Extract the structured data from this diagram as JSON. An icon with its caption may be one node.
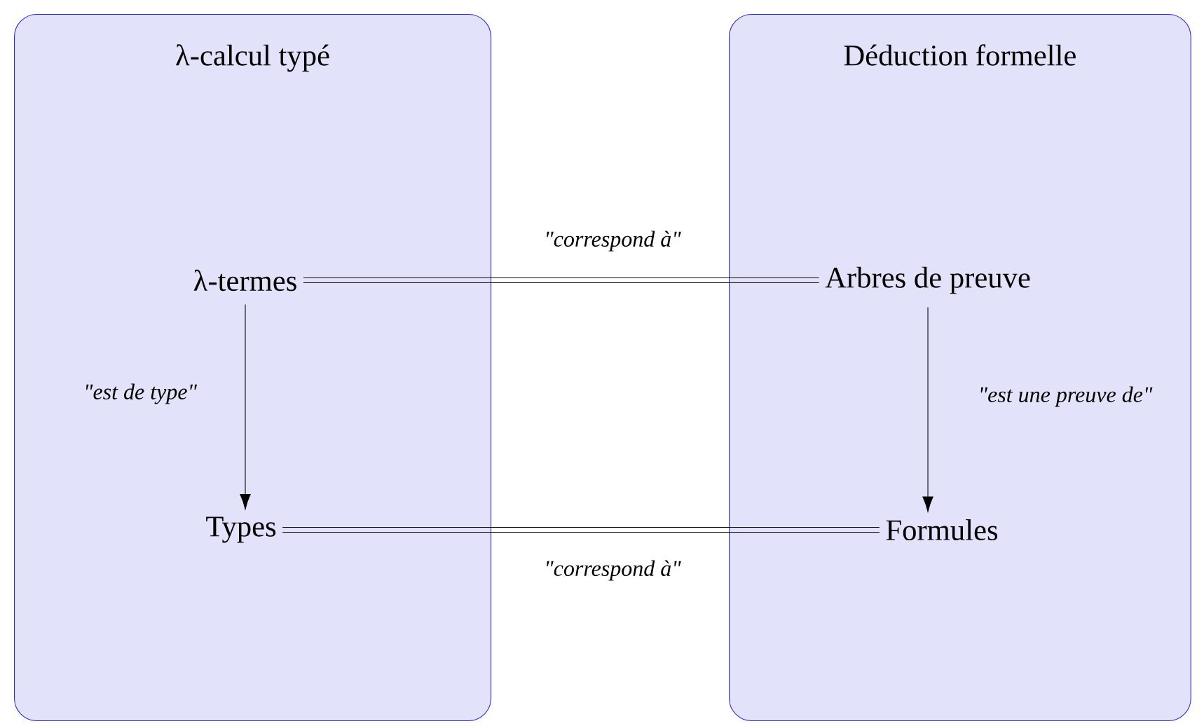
{
  "diagram": {
    "nodes": [
      {
        "text": [
          "λ-calcul typé"
        ]
      },
      {
        "text": [
          "Déduction formelle"
        ]
      },
      {
        "text": [
          "λ-termes"
        ],
        "in": 0
      },
      {
        "text": [
          "Types"
        ],
        "in": 0
      },
      {
        "text": [
          "Arbres de preuve"
        ],
        "in": 1
      },
      {
        "text": [
          "Formules"
        ],
        "in": 1
      }
    ],
    "edges": [
      {
        "from": 2,
        "to": 4,
        "arrow": "none",
        "label": "\"correspond à\""
      },
      {
        "from": 2,
        "to": 3,
        "arrow": "to",
        "label": "\"est de type\""
      },
      {
        "from": 4,
        "to": 5,
        "arrow": "to",
        "label": "\"est une preuve de\""
      },
      {
        "from": 3,
        "to": 5,
        "arrow": "none",
        "label": "\"correspond à\""
      }
    ]
  }
}
